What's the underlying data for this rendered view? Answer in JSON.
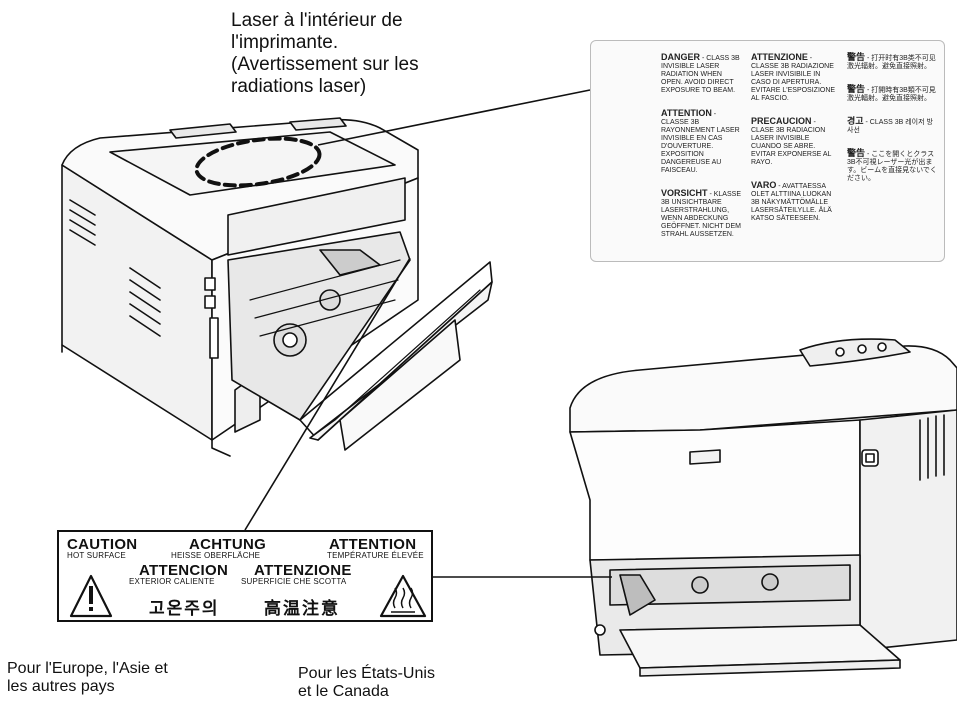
{
  "top_caption": {
    "line1": "Laser à l'intérieur de",
    "line2": "l'imprimante.",
    "line3": "(Avertissement sur les",
    "line4": "radiations laser)"
  },
  "laser_label": {
    "col1": [
      {
        "head": "DANGER",
        "text": "- CLASS 3B INVISIBLE LASER RADIATION WHEN OPEN. AVOID DIRECT EXPOSURE TO BEAM."
      },
      {
        "head": "ATTENTION",
        "text": "- CLASSE 3B RAYONNEMENT LASER INVISIBLE EN CAS D'OUVERTURE. EXPOSITION DANGEREUSE AU FAISCEAU."
      },
      {
        "head": "VORSICHT",
        "text": "- KLASSE 3B UNSICHTBARE LASERSTRAHLUNG, WENN ABDECKUNG GEÖFFNET. NICHT DEM STRAHL AUSSETZEN."
      }
    ],
    "col2": [
      {
        "head": "ATTENZIONE",
        "text": "- CLASSE 3B RADIAZIONE LASER INVISIBILE IN CASO DI APERTURA. EVITARE L'ESPOSIZIONE AL FASCIO."
      },
      {
        "head": "PRECAUCION",
        "text": "- CLASE 3B RADIACION LASER INVISIBLE CUANDO SE ABRE. EVITAR EXPONERSE AL RAYO."
      },
      {
        "head": "VARO",
        "text": "- AVATTAESSA OLET ALTTIINA LUOKAN 3B NÄKYMÄTTÖMÄLLE LASERSÄTEILYLLE. ÄLÄ KATSO SÄTEESEEN."
      }
    ],
    "col3": [
      {
        "head": "警告",
        "text": "- 打开时有3B类不可见激光辐射。避免直接照射。"
      },
      {
        "head": "警告",
        "text": "- 打開時有3B類不可見激光輻射。避免直接照射。"
      },
      {
        "head": "경고",
        "text": "- CLASS 3B 레이저 방사선"
      },
      {
        "head": "警告",
        "text": "- ここを開くとクラス3B不可視レーザー光が出ます。ビームを直接見ないでください。"
      }
    ]
  },
  "hot_label": {
    "caution": "CAUTION",
    "caution_sub": "HOT SURFACE",
    "achtung": "ACHTUNG",
    "achtung_sub": "HEISSE OBERFLÄCHE",
    "attention": "ATTENTION",
    "attention_sub": "TEMPÉRATURE ÉLEVÉE",
    "atencion": "ATTENCION",
    "atencion_sub": "EXTERIOR CALIENTE",
    "attenzione": "ATTENZIONE",
    "attenzione_sub": "SUPERFICIE CHE SCOTTA",
    "korean": "고온주의",
    "chinese": "高温注意"
  },
  "footer": {
    "left_line1": "Pour l'Europe, l'Asie et",
    "left_line2": "les autres pays",
    "right_line1": "Pour les États-Unis",
    "right_line2": "et le Canada"
  }
}
